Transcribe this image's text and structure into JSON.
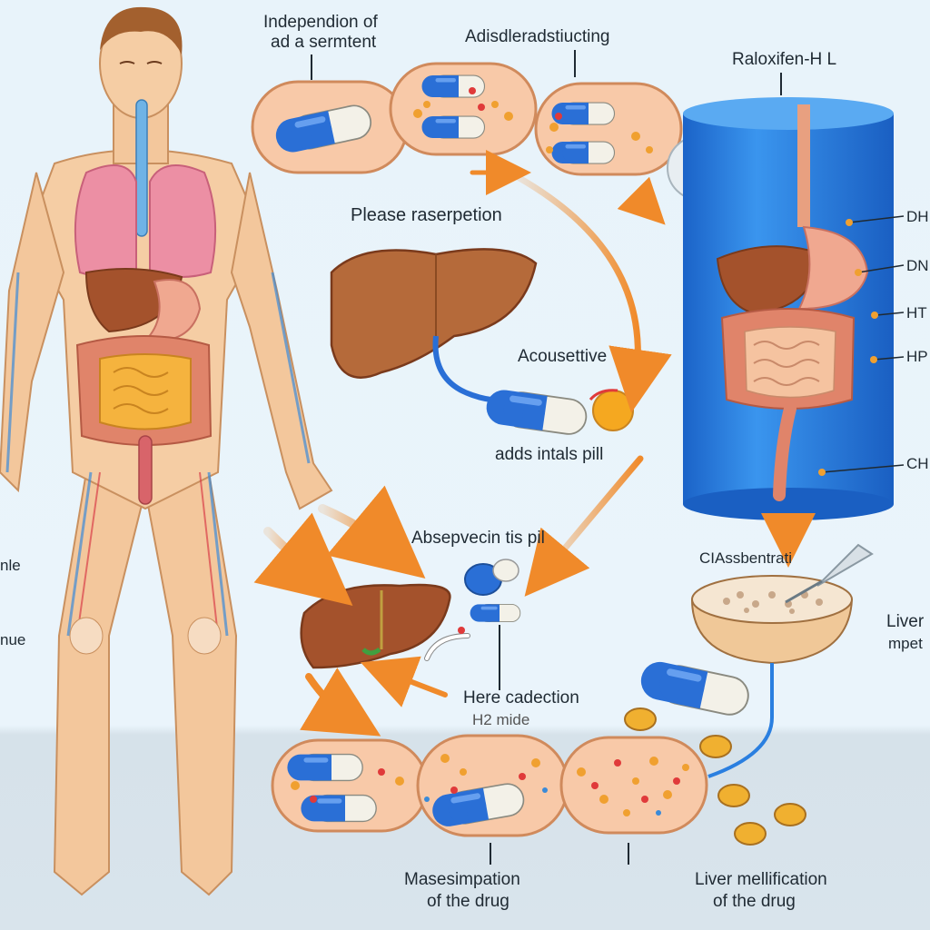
{
  "labels": {
    "top_left_line1": "Independion of",
    "top_left_line2": "ad a sermtent",
    "top_middle": "Adisdleradstiucting",
    "top_right": "Raloxifen-H L",
    "middle_title": "Please raserpetion",
    "liver_label": "Acousettive",
    "pill_label": "adds intals pill",
    "lower_title": "Absepvecin tis pil",
    "cadection": "Here cadection",
    "h2_mide": "H2 mide",
    "bowl_label": "CIAssbentrati",
    "liver_right_1": "Liver",
    "liver_right_2": "mpet",
    "bottom_left_1": "Masesimpation",
    "bottom_left_2": "of the drug",
    "bottom_right_1": "Liver mellification",
    "bottom_right_2": "of the drug",
    "left_edge_1": "nle",
    "left_edge_2": "nue",
    "right_edge_1": "DH",
    "right_edge_2": "DN",
    "right_edge_3": "HT",
    "right_edge_4": "HP",
    "right_edge_5": "CH"
  },
  "colors": {
    "skin": "#f3c79c",
    "pill_blue": "#2a6fd6",
    "pill_white": "#f3f1e8",
    "liver": "#a4522c",
    "arrow": "#f08a2a",
    "cylinder": "#2a7fe0",
    "intestine": "#e0846a"
  }
}
